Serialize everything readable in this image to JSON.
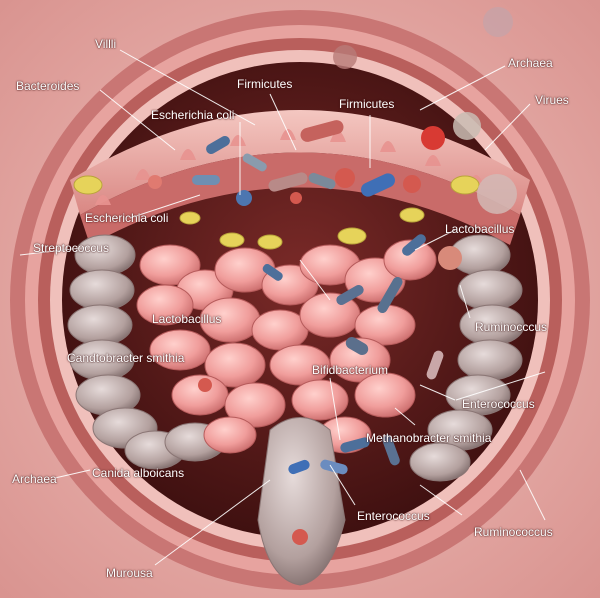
{
  "labels": {
    "villi": "Villli",
    "bacteroides": "Bacteroides",
    "firmicutes_top": "Firmicutes",
    "archaea_top": "Archaea",
    "escherichia_coli_top": "Escherichia coli",
    "firmicutes_mid": "Firmicutes",
    "viruses": "Virues",
    "escherichia_coli_mid": "Escherichia coli",
    "lactobacillus_right": "Lactobacillus",
    "streptococcus": "Streptococcus",
    "lactobacillus_left": "Lactobacillus",
    "ruminococcus_right": "Ruminocccus",
    "candobracter": "Candtobracter smithia",
    "bifidobacterium": "Bifidbacterium",
    "enterococcus_right": "Enterococcus",
    "methanobracter": "Methanobracter smithia",
    "archaea_bottom": "Archaea",
    "canida": "Canida alboicans",
    "enterococcus_bottom": "Enterococcus",
    "ruminococcus_bottom": "Ruminococcus",
    "murousa": "Murousa"
  },
  "colors": {
    "background_tissue": "#e9b3ae",
    "outer_wall": "#c9706e",
    "inner_cavity": "#4a1414",
    "intestine_pink": "#f0a3a3",
    "colon_gray": "#b9a7a6",
    "fat_yellow": "#e6d35a",
    "bacteria_blue": "#4d6f9a",
    "bacteria_red": "#c8413c"
  }
}
